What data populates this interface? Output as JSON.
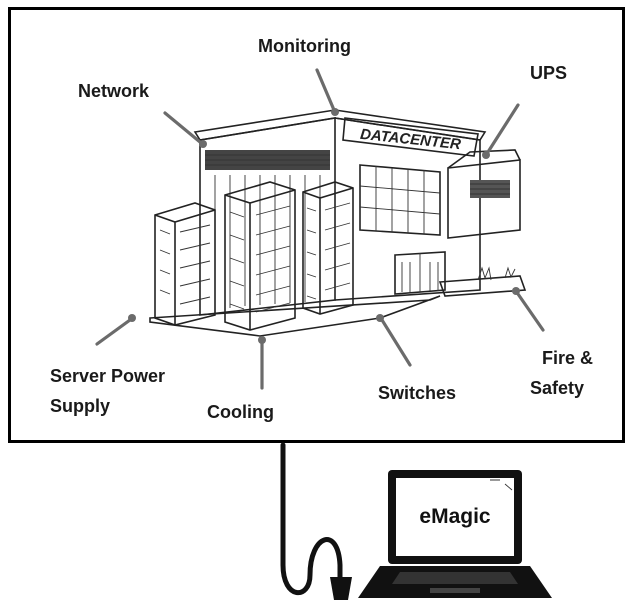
{
  "diagram": {
    "building_sign": "DATACENTER",
    "labels": {
      "monitoring": "Monitoring",
      "network": "Network",
      "ups": "UPS",
      "server_power_line1": "Server Power",
      "server_power_line2": "Supply",
      "cooling": "Cooling",
      "switches": "Switches",
      "fire_line1": "Fire &",
      "fire_line2": "Safety"
    },
    "laptop_label": "eMagic"
  },
  "colors": {
    "callout": "#6b6b6b",
    "frame": "#000000",
    "laptop": "#111111"
  }
}
